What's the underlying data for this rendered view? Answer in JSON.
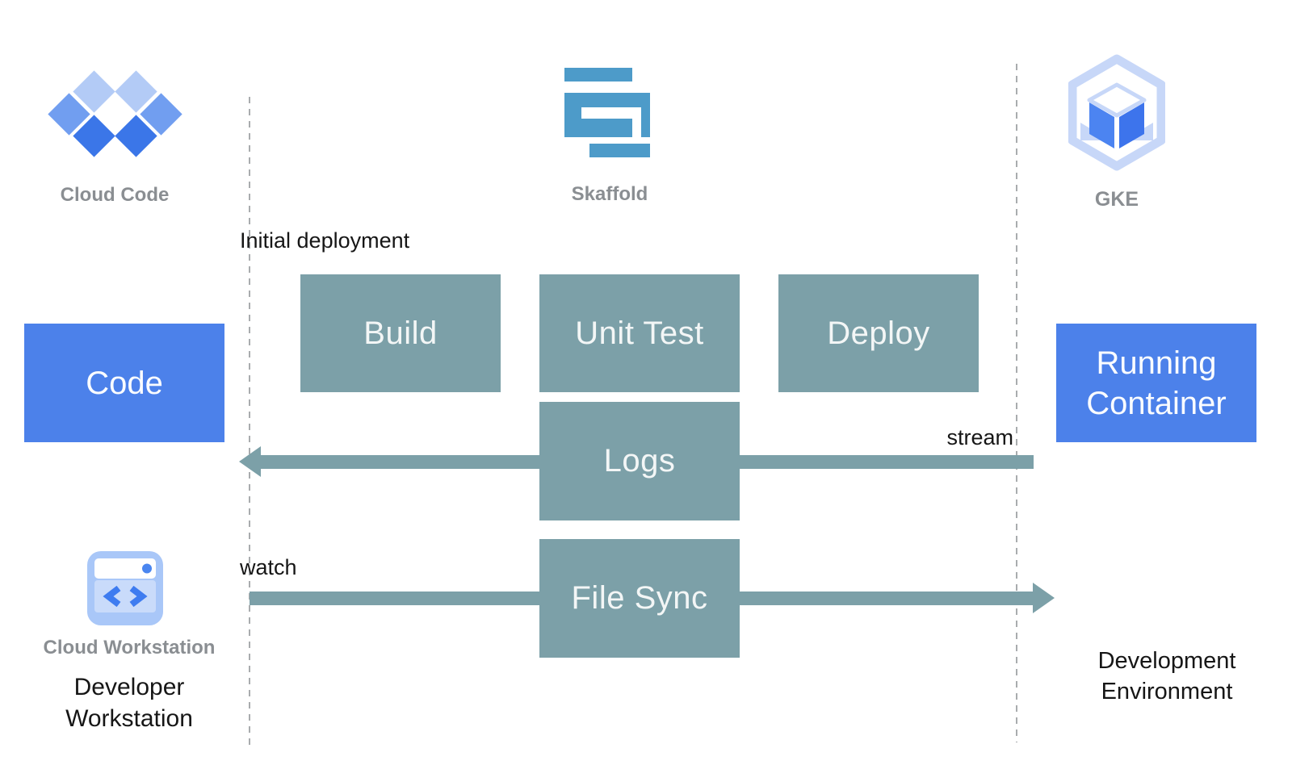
{
  "diagram": {
    "tools": {
      "cloud_code": {
        "label": "Cloud Code",
        "icon": "cloud-code-diamonds-icon"
      },
      "skaffold": {
        "label": "Skaffold",
        "icon": "skaffold-s-bars-icon"
      },
      "gke": {
        "label": "GKE",
        "icon": "gke-hexagon-cube-icon"
      }
    },
    "annotations": {
      "initial_deployment": "Initial deployment",
      "stream": "stream",
      "watch": "watch"
    },
    "pipeline_steps": {
      "build": "Build",
      "unit_test": "Unit Test",
      "deploy": "Deploy",
      "logs": "Logs",
      "file_sync": "File Sync"
    },
    "endpoints": {
      "code": "Code",
      "running_container": "Running Container"
    },
    "environments": {
      "cloud_workstation": {
        "label": "Cloud Workstation",
        "icon": "cloud-workstation-window-icon"
      },
      "developer_workstation": "Developer Workstation",
      "development_environment": "Development Environment"
    },
    "colors": {
      "process_box_teal": "#7ca0a8",
      "artifact_box_blue": "#4c81ea",
      "skaffold_blue": "#4d9bc9",
      "cloud_blue": "#3b76e8",
      "light_blue": "#a9c7f8",
      "label_gray": "#8a8e92",
      "text_black": "#161616",
      "dashed_line_gray": "#a9acae"
    }
  }
}
